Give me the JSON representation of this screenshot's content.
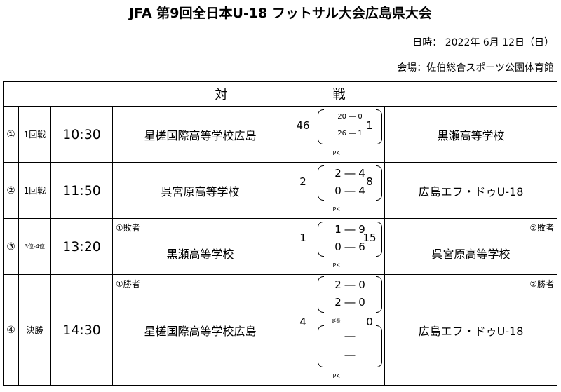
{
  "title": "JFA 第9回全日本U-18 フットサル大会広島県大会",
  "date_line": "日時：  2022年  6月  12日（日）",
  "venue_line": "会場：佐伯総合スポーツ公園体育館",
  "header": {
    "ch1": "対",
    "ch2": "戦"
  },
  "matches": [
    {
      "no": "①",
      "round": "1回戦",
      "time": "10:30",
      "team_left": "星槎国際高等学校広島",
      "team_right": "黒瀬高等学校",
      "score_left": "46",
      "score_right": "1",
      "lines": [
        "20 ― 0",
        "26 ― 1"
      ],
      "pk": "PK"
    },
    {
      "no": "②",
      "round": "1回戦",
      "time": "11:50",
      "team_left": "呉宮原高等学校",
      "team_right": "広島エフ・ドゥU-18",
      "score_left": "2",
      "score_right": "8",
      "lines": [
        "2 ― 4",
        "0 ― 4"
      ],
      "pk": "PK"
    },
    {
      "no": "③",
      "round": "3位-4位",
      "time": "13:20",
      "note_left": "①敗者",
      "note_right": "②敗者",
      "team_left": "黒瀬高等学校",
      "team_right": "呉宮原高等学校",
      "score_left": "1",
      "score_right": "15",
      "lines": [
        "1 ― 9",
        "0 ― 6"
      ],
      "pk": "PK"
    },
    {
      "no": "④",
      "round": "決勝",
      "time": "14:30",
      "note_left": "①勝者",
      "note_right": "②勝者",
      "team_left": "星槎国際高等学校広島",
      "team_right": "広島エフ・ドゥU-18",
      "score_left": "4",
      "score_right": "0",
      "lines": [
        "2 ― 0",
        "2 ― 0"
      ],
      "extra": "延長",
      "lines2": [
        "―",
        "―"
      ],
      "pk": "PK"
    }
  ]
}
